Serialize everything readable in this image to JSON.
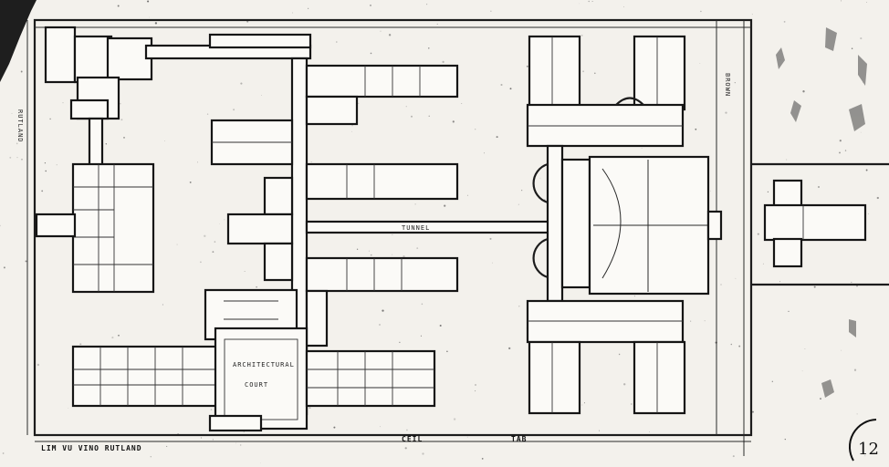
{
  "labels": {
    "bottom_left": "LIM  VU  VINO   RUTLAND",
    "bottom_center": "CEIL",
    "bottom_center2": "TAB",
    "left_vertical": "RUTLAND",
    "right_vertical": "BROWN",
    "central_court": "ARCHITECTURAL",
    "central_court2": "COURT",
    "theatre": "TUNNEL",
    "sheet_number": "12"
  }
}
